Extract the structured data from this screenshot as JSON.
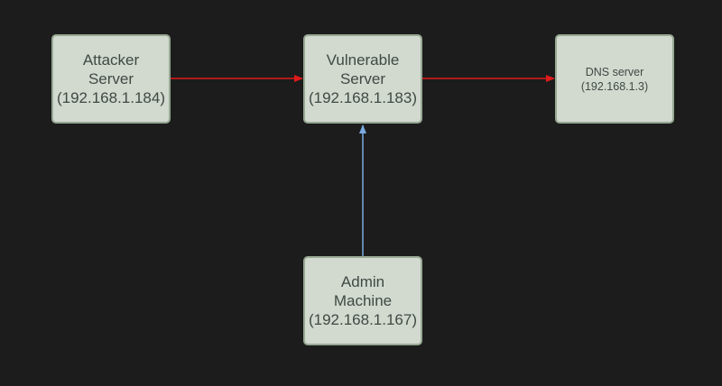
{
  "colors": {
    "background": "#1c1c1c",
    "node_fill": "#d2d9cf",
    "node_border": "#97a893",
    "node_text": "#3f4a44",
    "attack_edge": "#e01a1a",
    "admin_edge": "#7aa9e0"
  },
  "nodes": {
    "attacker": {
      "line1": "Attacker",
      "line2": "Server",
      "ip": "(192.168.1.184)"
    },
    "vulnerable": {
      "line1": "Vulnerable",
      "line2": "Server",
      "ip": "(192.168.1.183)"
    },
    "dns": {
      "line1": "DNS server",
      "ip": "(192.168.1.3)"
    },
    "admin": {
      "line1": "Admin",
      "line2": "Machine",
      "ip": "(192.168.1.167)"
    }
  },
  "edges": [
    {
      "from": "attacker",
      "to": "vulnerable",
      "color": "attack_edge"
    },
    {
      "from": "vulnerable",
      "to": "dns",
      "color": "attack_edge"
    },
    {
      "from": "admin",
      "to": "vulnerable",
      "color": "admin_edge"
    }
  ]
}
